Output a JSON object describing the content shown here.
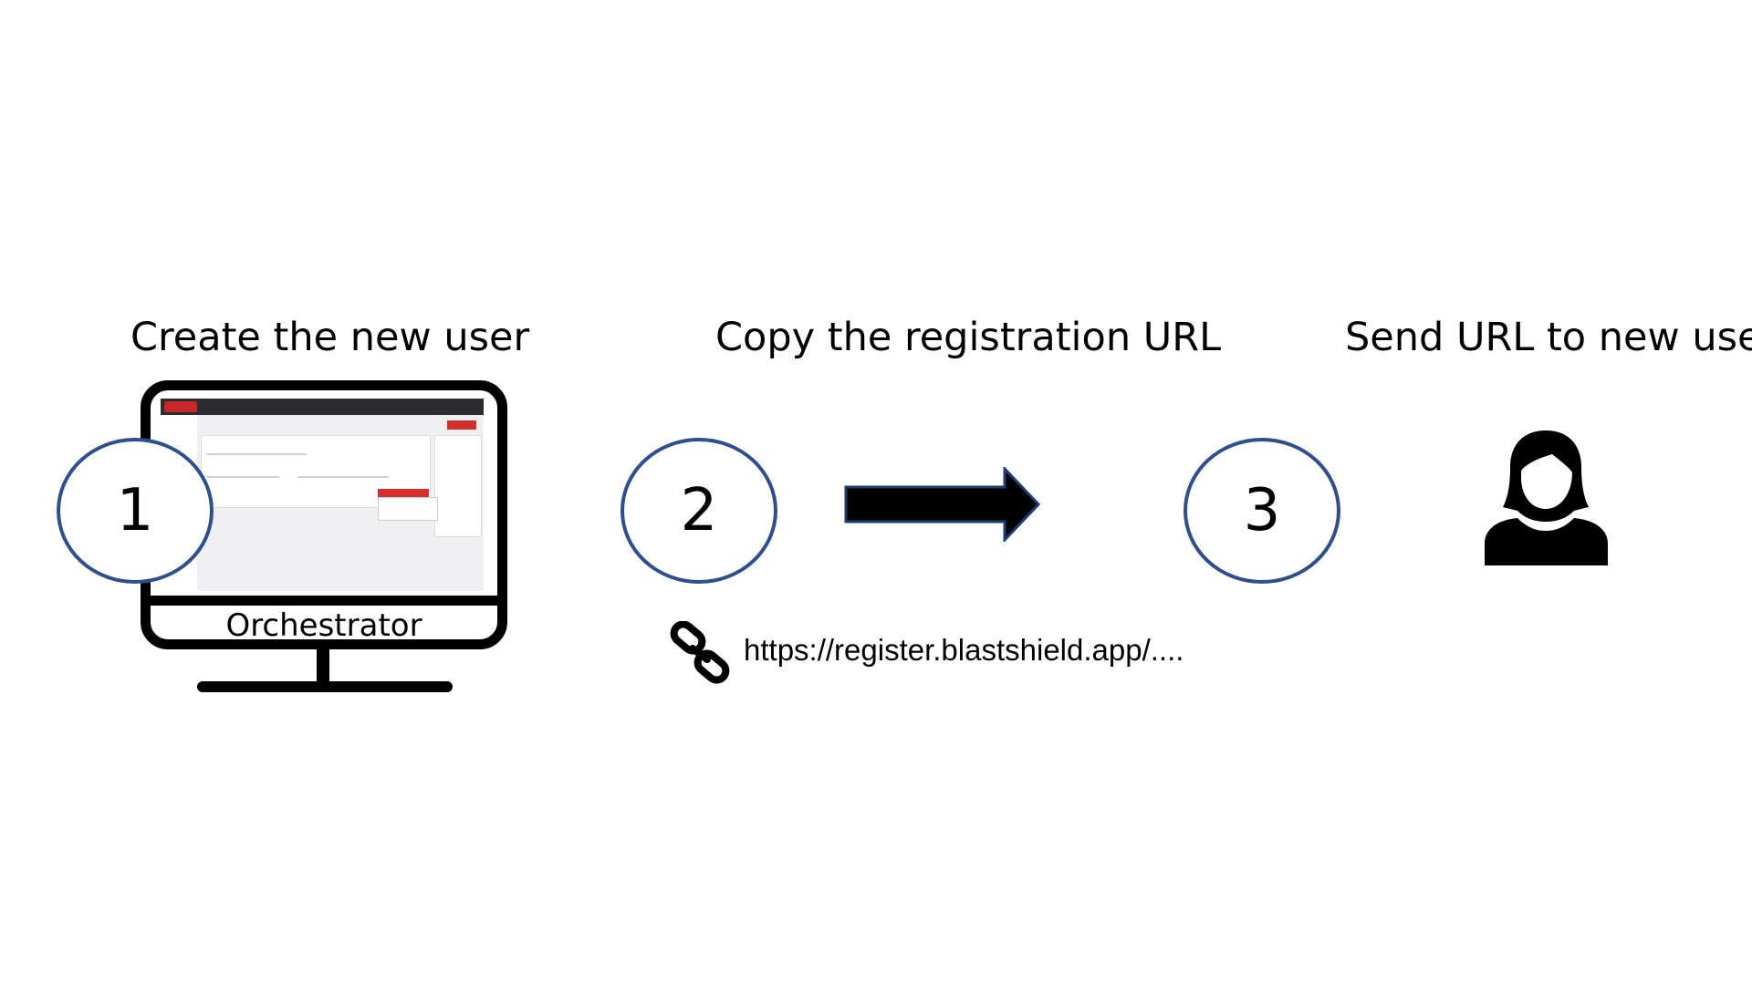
{
  "steps": [
    {
      "number": "1",
      "title": "Create the new user"
    },
    {
      "number": "2",
      "title": "Copy the registration URL"
    },
    {
      "number": "3",
      "title": "Send URL to new user"
    }
  ],
  "monitor": {
    "label": "Orchestrator"
  },
  "url": {
    "text": "https://register.blastshield.app/...."
  },
  "icons": {
    "monitor": "monitor-icon",
    "arrow": "right-arrow-icon",
    "link": "link-chain-icon",
    "user": "user-person-icon"
  },
  "colors": {
    "circle_border": "#2f4f8c",
    "arrow_fill": "#000000",
    "arrow_stroke": "#1f3b70",
    "screen_accent": "#d32f2f"
  }
}
